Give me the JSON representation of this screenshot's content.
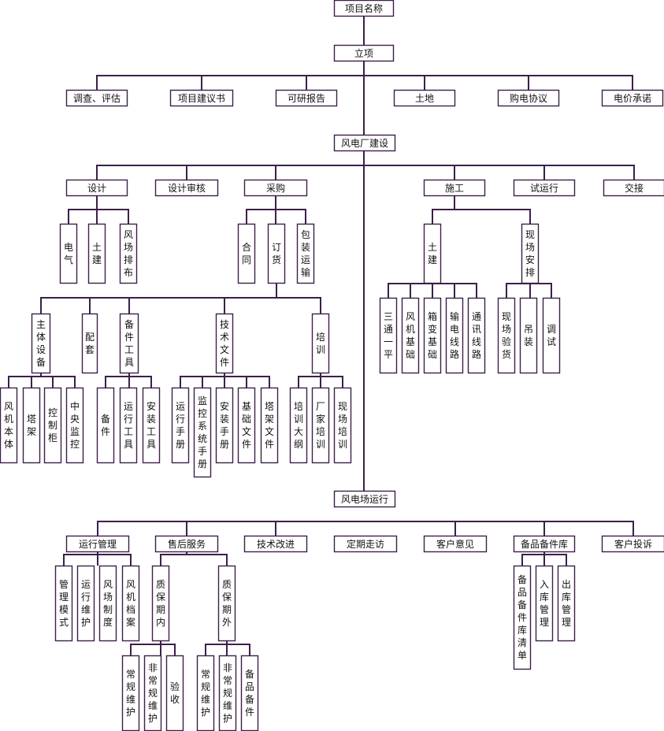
{
  "nodes": {
    "n0": "项目名称",
    "n1": "立项",
    "n2": "调查、评估",
    "n3": "项目建议书",
    "n4": "可研报告",
    "n5": "土地",
    "n6": "购电协议",
    "n7": "电价承诺",
    "n8": "风电厂建设",
    "n9": "设计",
    "n10": "设计审核",
    "n11": "采购",
    "n12": "施工",
    "n13": "试运行",
    "n14": "交接",
    "n15": "电气",
    "n16": "土建",
    "n17": "风场排布",
    "n18": "合同",
    "n19": "订货",
    "n20": "包装运输",
    "n21": "土建",
    "n22": "现场安排",
    "n23": "主体设备",
    "n24": "配套",
    "n25": "备件工具",
    "n26": "技术文件",
    "n27": "培训",
    "n28": "三通一平",
    "n29": "风机基础",
    "n30": "箱变基础",
    "n31": "输电线路",
    "n32": "通讯线路",
    "n33": "现场验货",
    "n34": "吊装",
    "n35": "调试",
    "n36": "风机本体",
    "n37": "塔架",
    "n38": "控制柜",
    "n39": "中央监控",
    "n40": "备件",
    "n41": "运行工具",
    "n42": "安装工具",
    "n43": "运行手册",
    "n44": "监控系统手册",
    "n45": "安装手册",
    "n46": "基础文件",
    "n47": "塔架文件",
    "n48": "培训大纲",
    "n49": "厂家培训",
    "n50": "现场培训",
    "n51": "风电场运行",
    "n52": "运行管理",
    "n53": "售后服务",
    "n54": "技术改进",
    "n55": "定期走访",
    "n56": "客户意见",
    "n57": "备品备件库",
    "n58": "客户投诉",
    "n59": "管理模式",
    "n60": "运行维护",
    "n61": "风场制度",
    "n62": "风机档案",
    "n63": "质保期内",
    "n64": "质保期外",
    "n65": "备品备件库清单",
    "n66": "入库管理",
    "n67": "出库管理",
    "n68": "常规维护",
    "n69": "非常规维护",
    "n70": "验收",
    "n71": "常规维护",
    "n72": "非常规维护",
    "n73": "备品备件"
  },
  "colors": {
    "line": "#3c1f4a",
    "box_border": "#3c1f4a",
    "text": "#111111"
  }
}
